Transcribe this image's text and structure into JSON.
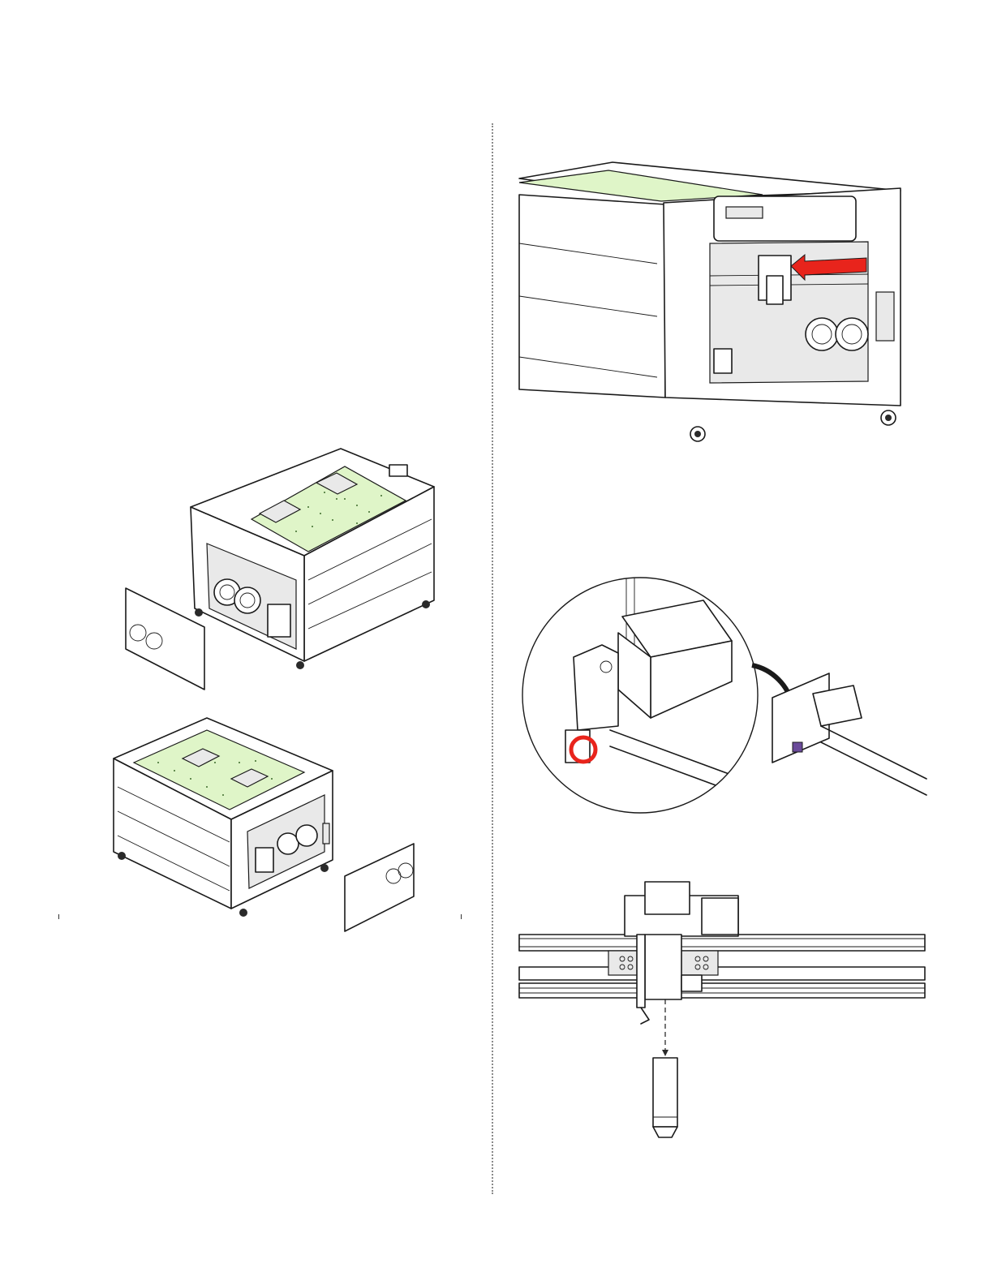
{
  "figures": {
    "left_top": {
      "icon": "laser-machine-rear-panel-removed-illustration"
    },
    "left_bottom": {
      "icon": "laser-machine-side-panel-removed-illustration"
    },
    "right_top": {
      "icon": "laser-carriage-arrow-illustration",
      "arrow_color": "#e8241c"
    },
    "right_middle": {
      "icon": "carriage-detail-callout-illustration",
      "highlight_color": "#e8241c"
    },
    "right_bottom": {
      "icon": "lens-tube-removal-illustration"
    }
  },
  "colors": {
    "bed_green": "#dff5c8",
    "accent_red": "#e8241c",
    "divider": "#8a8a8a"
  }
}
